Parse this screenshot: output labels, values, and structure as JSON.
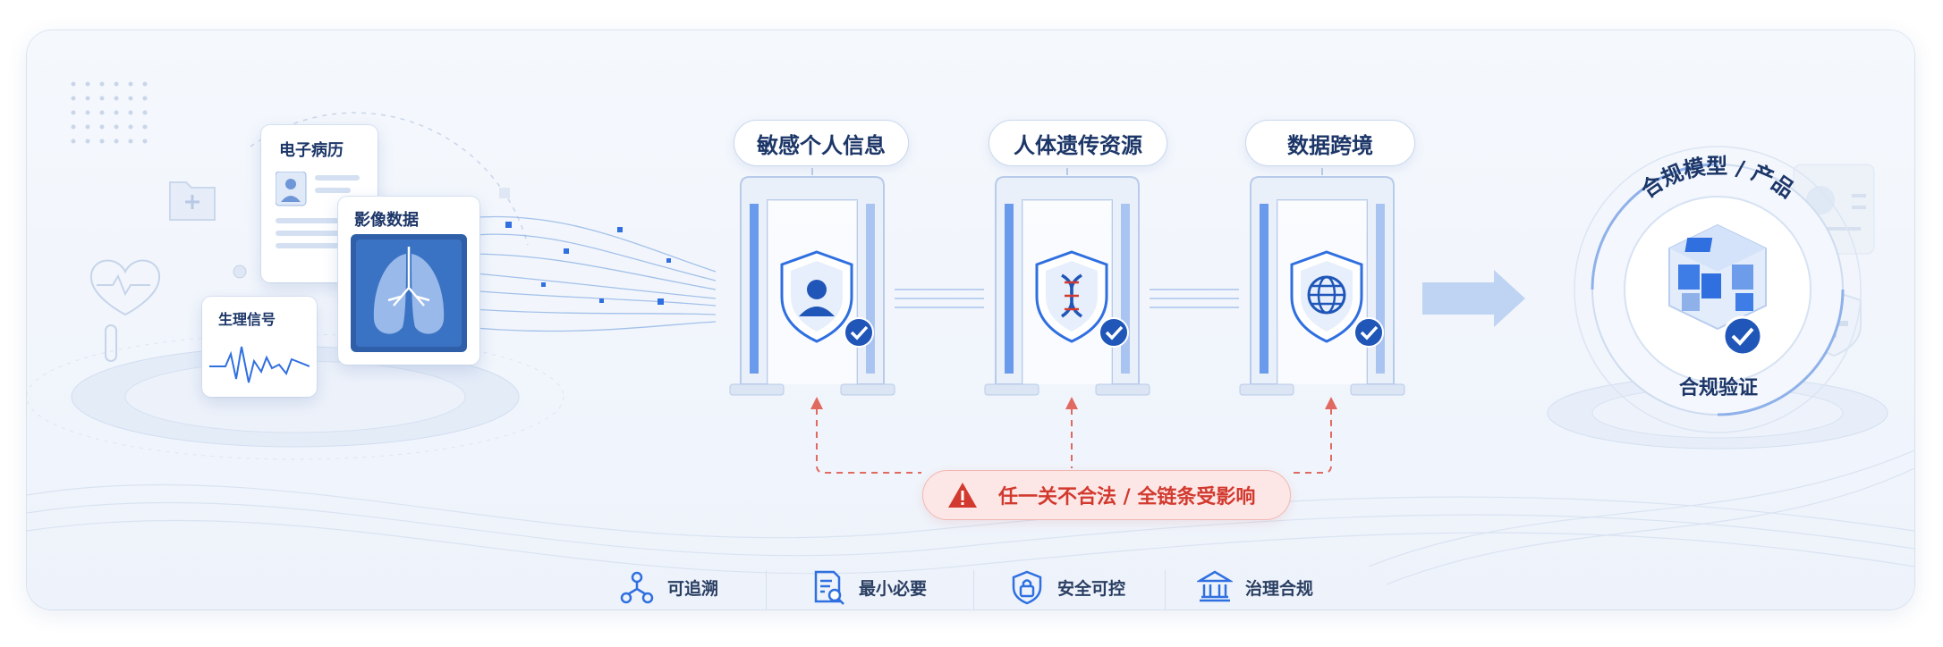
{
  "sources": {
    "emr": "电子病历",
    "imaging": "影像数据",
    "physio": "生理信号"
  },
  "gates": [
    {
      "label": "敏感个人信息",
      "icon": "user-icon"
    },
    {
      "label": "人体遗传资源",
      "icon": "dna-icon"
    },
    {
      "label": "数据跨境",
      "icon": "globe-icon"
    }
  ],
  "warning": "任一关不合法 / 全链条受影响",
  "result": {
    "top": "合规模型 / 产品",
    "bottom": "合规验证"
  },
  "features": [
    {
      "label": "可追溯",
      "icon": "trace-nodes-icon"
    },
    {
      "label": "最小必要",
      "icon": "document-search-icon"
    },
    {
      "label": "安全可控",
      "icon": "shield-lock-icon"
    },
    {
      "label": "治理合规",
      "icon": "institution-icon"
    }
  ],
  "colors": {
    "primary": "#2f6fe0",
    "navy": "#1c3668",
    "alert": "#d23a2f",
    "check": "#1f56b8"
  }
}
